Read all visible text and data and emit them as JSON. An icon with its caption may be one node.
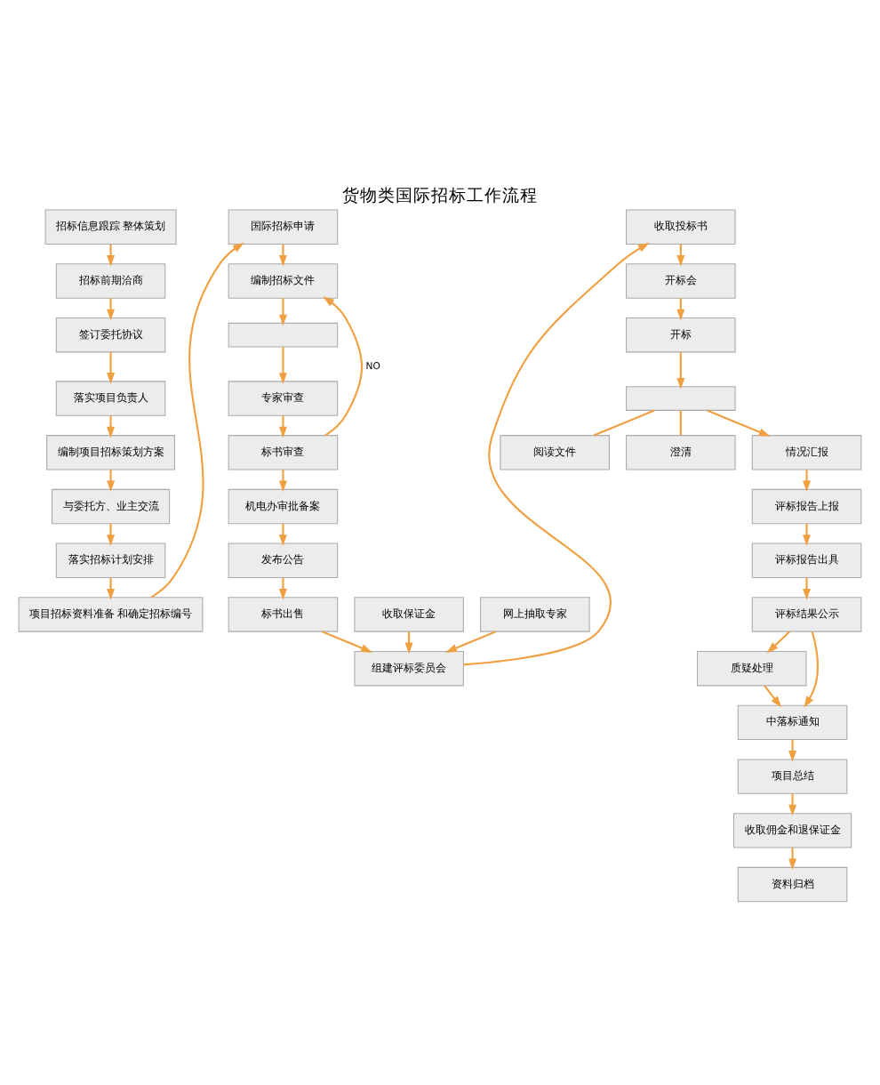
{
  "diagram": {
    "title": "货物类国际招标工作流程",
    "nodes": [
      {
        "text": [
          "招标信息跟踪 整体策划"
        ]
      },
      {
        "text": [
          "招标前期洽商"
        ]
      },
      {
        "text": [
          "签订委托协议"
        ]
      },
      {
        "text": [
          "落实项目负责人"
        ]
      },
      {
        "text": [
          "编制项目招标策划方案"
        ]
      },
      {
        "text": [
          "与委托方、业主交流"
        ]
      },
      {
        "text": [
          "落实招标计划安排"
        ]
      },
      {
        "text": [
          "项目招标资料准备 和确定招标编号"
        ]
      },
      {
        "text": [
          "国际招标申请"
        ]
      },
      {
        "text": [
          "编制招标文件"
        ]
      },
      {
        "text": [],
        "shape": "box"
      },
      {
        "text": [
          "专家审查"
        ]
      },
      {
        "text": [
          "标书审查"
        ]
      },
      {
        "text": [
          "机电办审批备案"
        ]
      },
      {
        "text": [
          "发布公告"
        ]
      },
      {
        "text": [
          "标书出售"
        ]
      },
      {
        "text": [
          "收取保证金"
        ]
      },
      {
        "text": [
          "网上抽取专家"
        ]
      },
      {
        "text": [
          "组建评标委员会"
        ]
      },
      {
        "text": [
          "收取投标书"
        ]
      },
      {
        "text": [
          "开标会"
        ]
      },
      {
        "text": [
          "开标"
        ]
      },
      {
        "text": [],
        "shape": "box"
      },
      {
        "text": [
          "阅读文件"
        ]
      },
      {
        "text": [
          "澄清"
        ]
      },
      {
        "text": [
          "情况汇报"
        ]
      },
      {
        "text": [
          "评标报告上报"
        ]
      },
      {
        "text": [
          "评标报告出具"
        ]
      },
      {
        "text": [
          "评标结果公示"
        ]
      },
      {
        "text": [
          "质疑处理"
        ]
      },
      {
        "text": [
          "中落标通知"
        ]
      },
      {
        "text": [
          "项目总结"
        ]
      },
      {
        "text": [
          "收取佣金和退保证金"
        ]
      },
      {
        "text": [
          "资料归档"
        ]
      }
    ],
    "edges": [
      {
        "from": 0,
        "to": 1,
        "arrow": "to"
      },
      {
        "from": 1,
        "to": 2,
        "arrow": "to"
      },
      {
        "from": 2,
        "to": 3,
        "arrow": "to"
      },
      {
        "from": 3,
        "to": 4,
        "arrow": "to"
      },
      {
        "from": 4,
        "to": 5,
        "arrow": "to"
      },
      {
        "from": 5,
        "to": 6,
        "arrow": "to"
      },
      {
        "from": 6,
        "to": 7,
        "arrow": "to"
      },
      {
        "from": 7,
        "to": 8,
        "arrow": "to"
      },
      {
        "from": 8,
        "to": 9,
        "arrow": "to"
      },
      {
        "from": 9,
        "to": 10,
        "arrow": "to"
      },
      {
        "from": 10,
        "to": 11,
        "arrow": "to"
      },
      {
        "from": 11,
        "to": 12,
        "arrow": "to"
      },
      {
        "from": 12,
        "to": 9,
        "arrow": "to",
        "label": "NO"
      },
      {
        "from": 12,
        "to": 13,
        "arrow": "to"
      },
      {
        "from": 13,
        "to": 14,
        "arrow": "to"
      },
      {
        "from": 14,
        "to": 15,
        "arrow": "to"
      },
      {
        "from": 15,
        "to": 18,
        "arrow": "to"
      },
      {
        "from": 16,
        "to": 18,
        "arrow": "to"
      },
      {
        "from": 17,
        "to": 18,
        "arrow": "to"
      },
      {
        "from": 18,
        "to": 19,
        "arrow": "to"
      },
      {
        "from": 19,
        "to": 20,
        "arrow": "to"
      },
      {
        "from": 20,
        "to": 21,
        "arrow": "to"
      },
      {
        "from": 21,
        "to": 22,
        "arrow": "to"
      },
      {
        "from": 22,
        "to": 23,
        "arrow": "none"
      },
      {
        "from": 22,
        "to": 24,
        "arrow": "none"
      },
      {
        "from": 22,
        "to": 25,
        "arrow": "to"
      },
      {
        "from": 25,
        "to": 26,
        "arrow": "to"
      },
      {
        "from": 26,
        "to": 27,
        "arrow": "to"
      },
      {
        "from": 27,
        "to": 28,
        "arrow": "to"
      },
      {
        "from": 28,
        "to": 29,
        "arrow": "to"
      },
      {
        "from": 28,
        "to": 30,
        "arrow": "to"
      },
      {
        "from": 29,
        "to": 30,
        "arrow": "to"
      },
      {
        "from": 30,
        "to": 31,
        "arrow": "to"
      },
      {
        "from": 31,
        "to": 32,
        "arrow": "to"
      },
      {
        "from": 32,
        "to": 33,
        "arrow": "to"
      }
    ]
  }
}
